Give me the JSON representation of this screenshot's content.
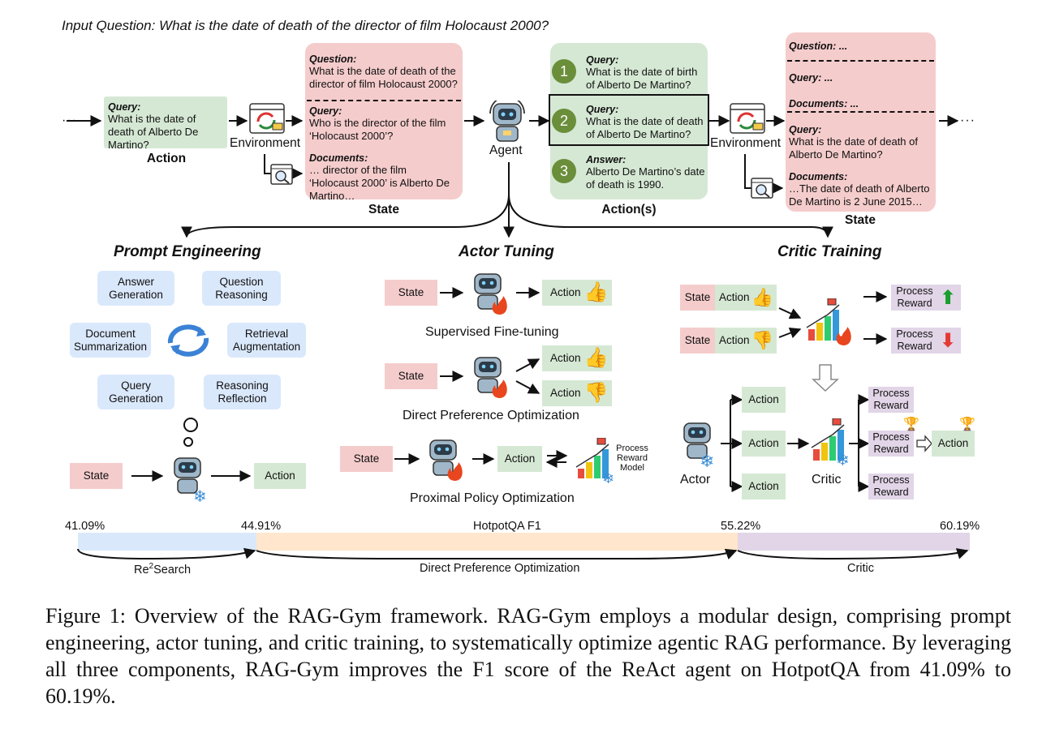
{
  "question": "Input Question: What is the date of death of the director of film Holocaust 2000?",
  "top": {
    "ellipsis_left": "···",
    "ellipsis_right": "···",
    "action_box": {
      "label": "Query:",
      "text": "What is the date of death of Alberto De Martino?"
    },
    "action_caption": "Action",
    "environment_label": "Environment",
    "state_box": {
      "q_label": "Question:",
      "q_text": "What is the date of death of the director of film Holocaust 2000?",
      "query_label": "Query:",
      "query_text": "Who is the director of the film ‘Holocaust 2000’?",
      "docs_label": "Documents:",
      "docs_text": "… director of the film ‘Holocaust 2000’ is Alberto De Martino…"
    },
    "state_caption": "State",
    "agent_label": "Agent",
    "actions_box": {
      "items": [
        {
          "num": "1",
          "label": "Query:",
          "text": "What is the date of birth of Alberto De Martino?"
        },
        {
          "num": "2",
          "label": "Query:",
          "text": "What is the date of death of Alberto De Martino?"
        },
        {
          "num": "3",
          "label": "Answer:",
          "text": "Alberto De Martino’s date of death is 1990."
        }
      ]
    },
    "actions_caption": "Action(s)",
    "state2_box": {
      "q_label": "Question: ...",
      "query1_label": "Query: ...",
      "docs1_label": "Documents: ...",
      "query_label": "Query:",
      "query_text": "What is the date of death of Alberto De Martino?",
      "docs_label": "Documents:",
      "docs_text": "…The date of death of Alberto De Martino is 2 June 2015…"
    },
    "state2_caption": "State"
  },
  "sections": {
    "prompt": "Prompt Engineering",
    "actor": "Actor Tuning",
    "critic": "Critic Training"
  },
  "prompt": {
    "tags": [
      "Answer Generation",
      "Question Reasoning",
      "Document Summarization",
      "Retrieval Augmentation",
      "Query Generation",
      "Reasoning Reflection"
    ],
    "state": "State",
    "action": "Action"
  },
  "actor": {
    "sft": {
      "state": "State",
      "action": "Action",
      "caption": "Supervised Fine-tuning"
    },
    "dpo": {
      "state": "State",
      "action1": "Action",
      "action2": "Action",
      "caption": "Direct Preference Optimization"
    },
    "ppo": {
      "state": "State",
      "action": "Action",
      "prm": "Process Reward Model",
      "caption": "Proximal Policy Optimization"
    }
  },
  "critic": {
    "row1": {
      "state": "State",
      "action": "Action",
      "reward": "Process Reward"
    },
    "row2": {
      "state": "State",
      "action": "Action",
      "reward": "Process Reward"
    },
    "actor_label": "Actor",
    "critic_label": "Critic",
    "actions": [
      "Action",
      "Action",
      "Action"
    ],
    "rewards": [
      "Process Reward",
      "Process Reward",
      "Process Reward"
    ],
    "chosen_action": "Action"
  },
  "progress": {
    "title": "HotpotQA F1",
    "p0": "41.09%",
    "p1": "44.91%",
    "p2": "55.22%",
    "p3": "60.19%",
    "s1_pre": "Re",
    "s1_sup": "2",
    "s1_post": "Search",
    "s2": "Direct Preference Optimization",
    "s3": "Critic",
    "colors": {
      "s1": "#dae8fc",
      "s2": "#ffe6cc",
      "s3": "#e1d5e7"
    }
  },
  "caption": "Figure 1: Overview of the RAG-Gym framework. RAG-Gym employs a modular design, comprising prompt engineering, actor tuning, and critic training, to systematically optimize agentic RAG performance. By leveraging all three components, RAG-Gym improves the F1 score of the ReAct agent on HotpotQA from 41.09% to 60.19%."
}
